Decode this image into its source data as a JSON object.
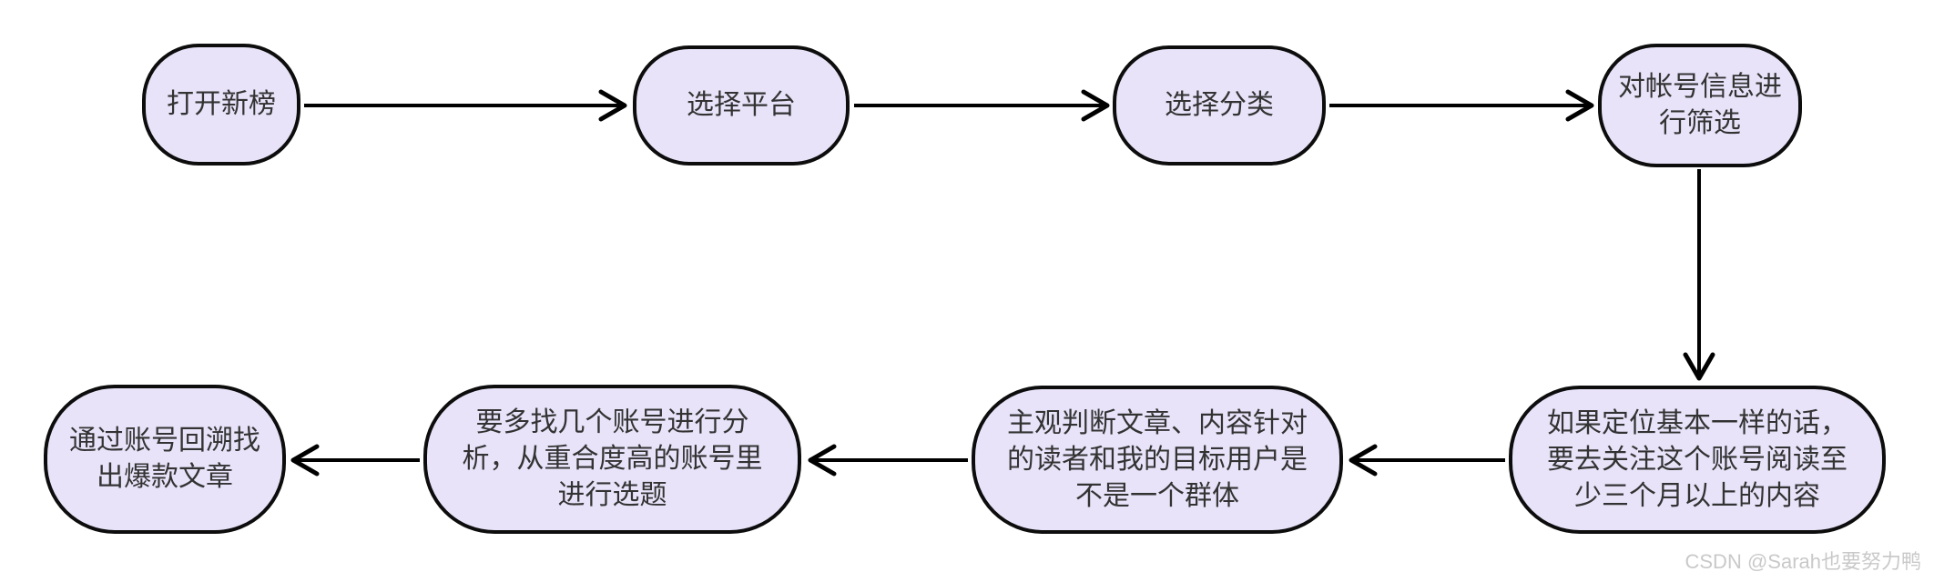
{
  "diagram": {
    "type": "flowchart",
    "nodes": [
      {
        "id": "open-newrank",
        "label": "打开新榜"
      },
      {
        "id": "select-platform",
        "label": "选择平台"
      },
      {
        "id": "select-category",
        "label": "选择分类"
      },
      {
        "id": "filter-account-info",
        "label": "对帐号信息进\n行筛选"
      },
      {
        "id": "follow-and-read-3-months",
        "label": "如果定位基本一样的话，\n要去关注这个账号阅读至\n少三个月以上的内容"
      },
      {
        "id": "judge-target-audience",
        "label": "主观判断文章、内容针对\n的读者和我的目标用户是\n不是一个群体"
      },
      {
        "id": "analyze-multiple-accounts",
        "label": "要多找几个账号进行分\n析，从重合度高的账号里\n进行选题"
      },
      {
        "id": "backtrack-hot-articles",
        "label": "通过账号回溯找\n出爆款文章"
      }
    ],
    "edges": [
      {
        "from": "open-newrank",
        "to": "select-platform"
      },
      {
        "from": "select-platform",
        "to": "select-category"
      },
      {
        "from": "select-category",
        "to": "filter-account-info"
      },
      {
        "from": "filter-account-info",
        "to": "follow-and-read-3-months"
      },
      {
        "from": "follow-and-read-3-months",
        "to": "judge-target-audience"
      },
      {
        "from": "judge-target-audience",
        "to": "analyze-multiple-accounts"
      },
      {
        "from": "analyze-multiple-accounts",
        "to": "backtrack-hot-articles"
      }
    ],
    "colors": {
      "node_fill": "#E8E3F9",
      "node_border": "#0D0D0D",
      "arrow": "#000000",
      "text": "#333333",
      "watermark": "#C9C9C9"
    }
  },
  "watermark": {
    "text": "CSDN @Sarah也要努力鸭"
  }
}
